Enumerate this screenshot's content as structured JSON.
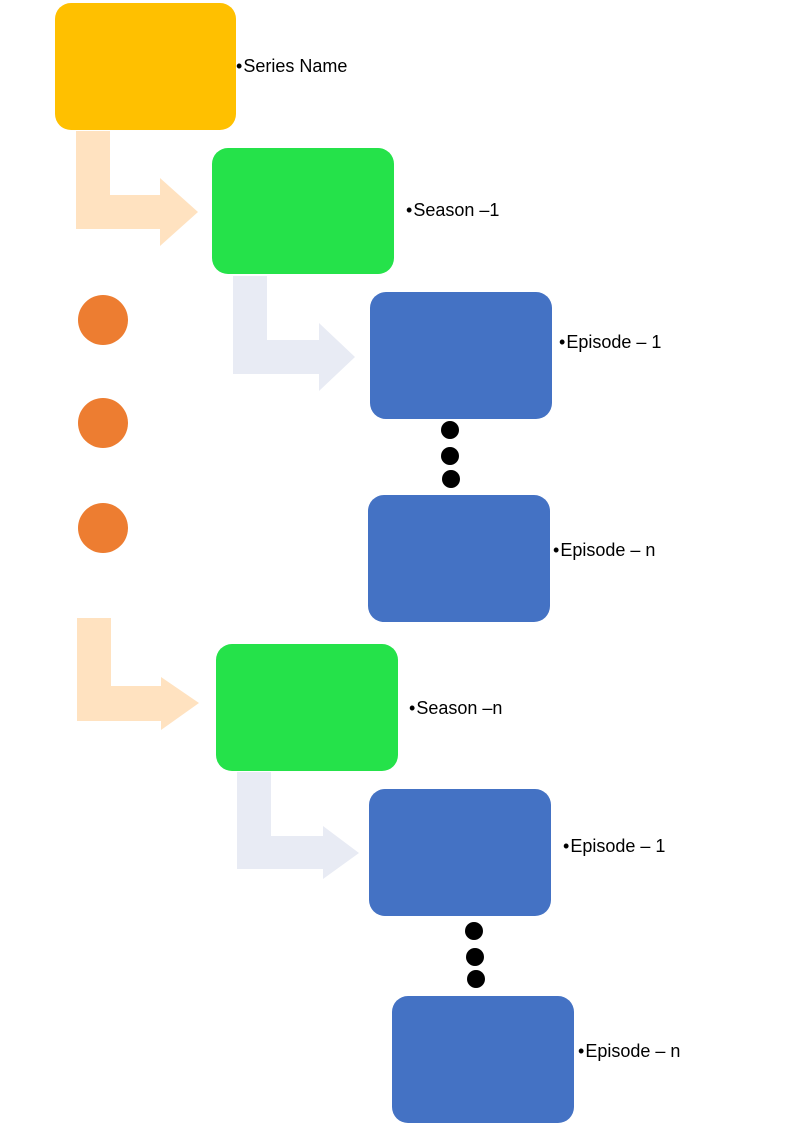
{
  "colors": {
    "series": "#FFC000",
    "season": "#25E24A",
    "episode": "#4472C4",
    "arrow_series": "#FFE2C0",
    "arrow_season": "#E8EBF4",
    "ellipsis_orange": "#ED7D31",
    "ellipsis_black": "#000000"
  },
  "bullet": "•",
  "labels": {
    "series_name": "Series Name",
    "season_1": "Season –1",
    "season_1_episode_1": "Episode – 1",
    "season_1_episode_n": "Episode – n",
    "season_n": "Season –n",
    "season_n_episode_1": "Episode – 1",
    "season_n_episode_n": "Episode – n"
  }
}
